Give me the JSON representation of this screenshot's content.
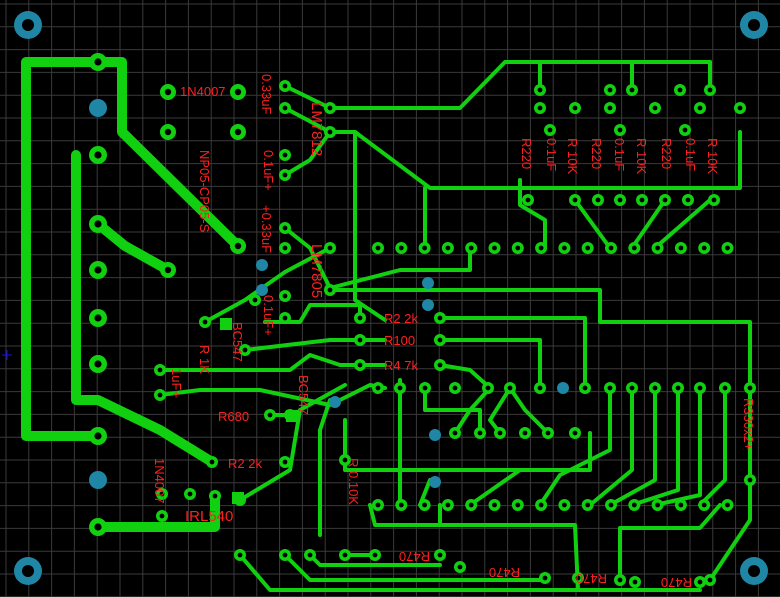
{
  "board": {
    "background": "#000000",
    "grid_color": "#3a3a3a",
    "trace_color": "#10d010",
    "silk_color": "#ff2020",
    "via_color": "#1f86a6",
    "mount_hole_color": "#1f86a6",
    "origin_marker_color": "#1010ff"
  },
  "labels": {
    "d1": "1N4007",
    "c_top": "0.33uF",
    "reg1": "LM7812",
    "reg2": "LM7805",
    "c2": "0.1uF+",
    "c3": "+0.33uF",
    "c4": "0.1uF+",
    "relay": "NP05-CP05-S",
    "r1": "R220",
    "r2": "R 10K",
    "r3": "R220",
    "r4": "R 10K",
    "r5": "R 10K",
    "c5": "0.1uF",
    "c6": "0.1uF",
    "c7": "0.1uF",
    "bc1": "BC547",
    "bc2": "BC547",
    "r_1k": "R 1K",
    "c_1uf": "1uF+",
    "r680": "R680",
    "r2k_top": "R2 2k",
    "r100": "R100",
    "r4_7k": "R4 7k",
    "r2k_low": "R2 2k",
    "r_0_10k": "R 0.10K",
    "d2": "1N4007",
    "irl": "IRL540",
    "r470_1": "R470",
    "r470_2": "R470",
    "r470_3": "R470",
    "r470_4": "R470",
    "r330": "R330x2+"
  }
}
